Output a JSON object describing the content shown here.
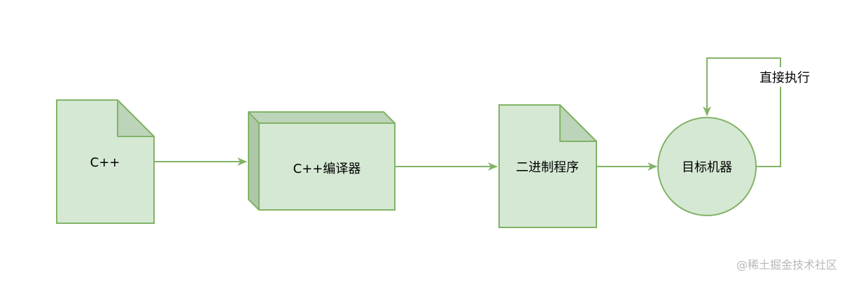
{
  "colors": {
    "fill": "#d5e8d4",
    "stroke": "#82b366",
    "shade_fold": "#bcd4b9",
    "shade_side": "#aec7a9"
  },
  "diagram": {
    "nodes": [
      {
        "id": "source",
        "shape": "document",
        "label": "C++"
      },
      {
        "id": "compiler",
        "shape": "box3d",
        "label": "C++编译器"
      },
      {
        "id": "binary",
        "shape": "document",
        "label": "二进制程序"
      },
      {
        "id": "machine",
        "shape": "circle",
        "label": "目标机器"
      }
    ],
    "edges": [
      {
        "from": "source",
        "to": "compiler",
        "label": ""
      },
      {
        "from": "compiler",
        "to": "binary",
        "label": ""
      },
      {
        "from": "binary",
        "to": "machine",
        "label": ""
      },
      {
        "from": "machine",
        "to": "machine",
        "label": "直接执行"
      }
    ]
  },
  "watermark": "@稀土掘金技术社区"
}
